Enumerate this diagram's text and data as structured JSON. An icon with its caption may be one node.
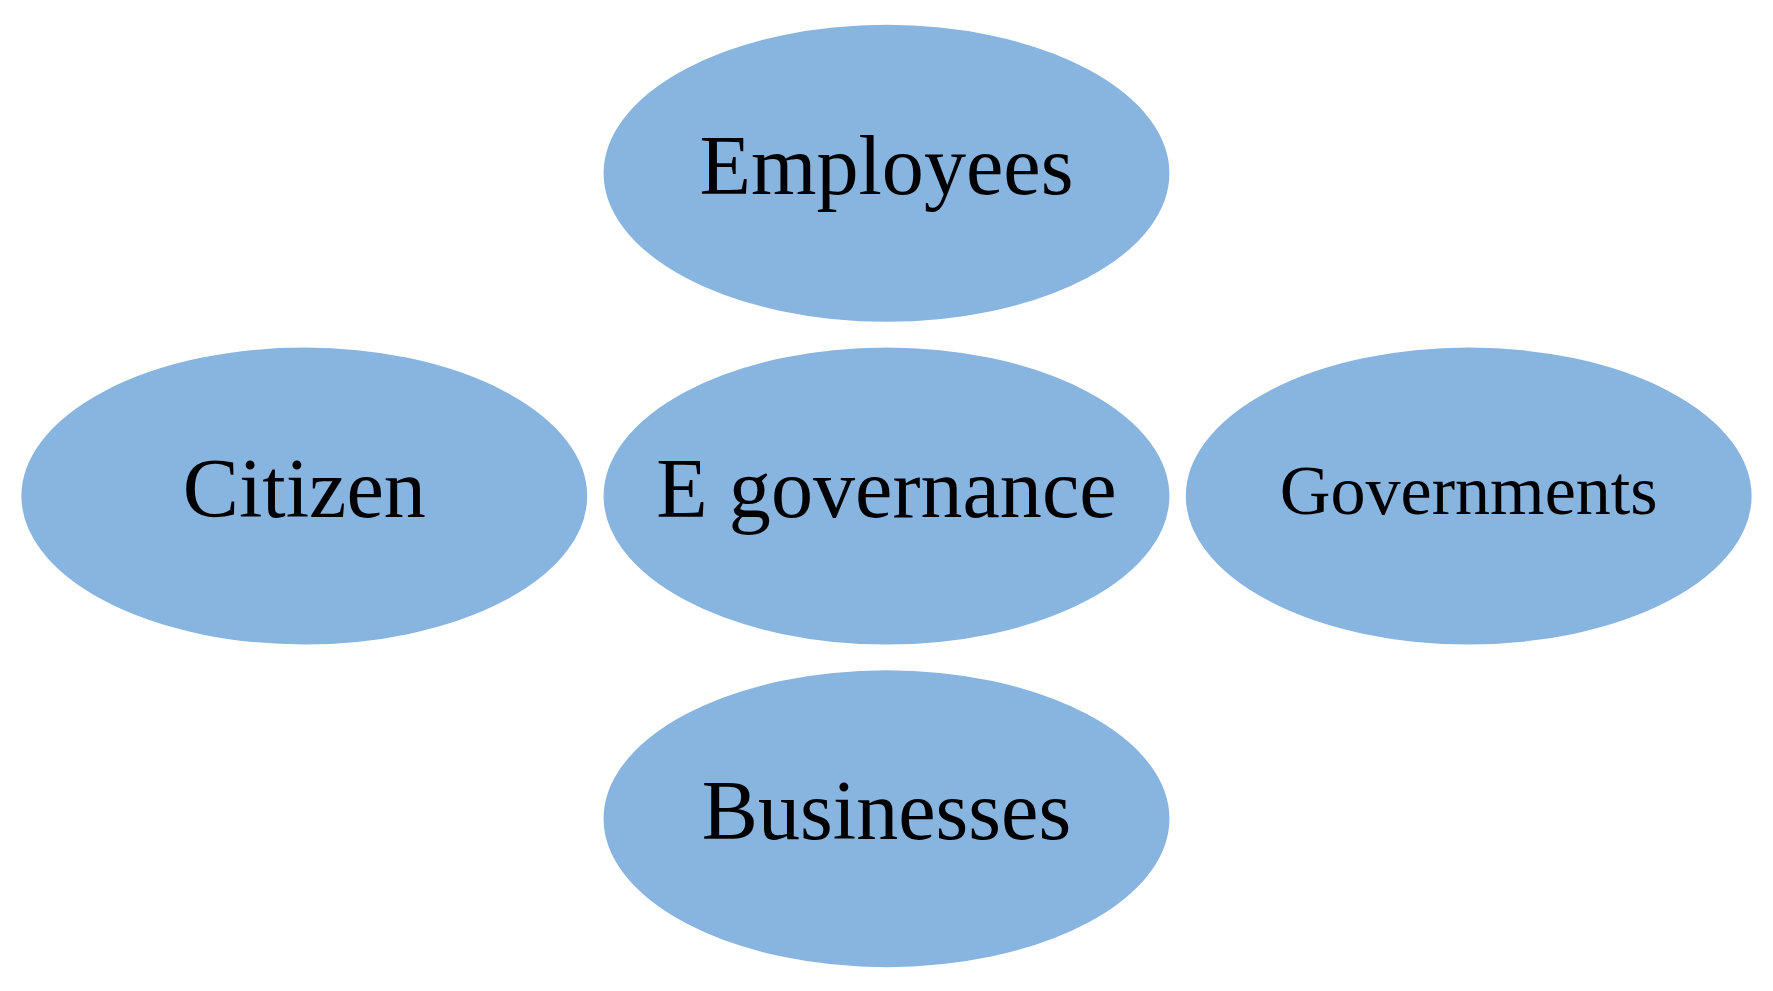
{
  "diagram": {
    "nodes": [
      {
        "text": [
          "Employees"
        ]
      },
      {
        "text": [
          "Citizen"
        ]
      },
      {
        "text": [
          "E governance"
        ]
      },
      {
        "text": [
          "Governments"
        ]
      },
      {
        "text": [
          "Businesses"
        ]
      }
    ]
  }
}
